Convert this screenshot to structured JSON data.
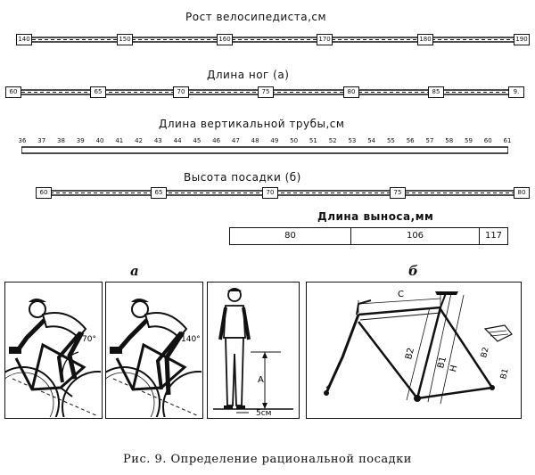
{
  "scales": {
    "height": {
      "label": "Рост велосипедиста,см",
      "ticks": [
        "140",
        "150",
        "160",
        "170",
        "180",
        "190"
      ]
    },
    "leg": {
      "label": "Длина ног (а)",
      "ticks": [
        "60",
        "65",
        "70",
        "75",
        "80",
        "85",
        "9."
      ]
    },
    "tube": {
      "label": "Длина вертикальной трубы,см",
      "ticks": [
        "36",
        "37",
        "38",
        "39",
        "40",
        "41",
        "42",
        "43",
        "44",
        "45",
        "46",
        "47",
        "48",
        "49",
        "50",
        "51",
        "52",
        "53",
        "54",
        "55",
        "56",
        "57",
        "58",
        "59",
        "60",
        "61"
      ]
    },
    "saddle": {
      "label": "Высота посадки (б)",
      "ticks": [
        "60",
        "65",
        "70",
        "75",
        "80"
      ]
    }
  },
  "stem": {
    "label": "Длина выноса,мм",
    "cells": [
      "80",
      "106",
      "117"
    ]
  },
  "panels": {
    "a_letter": "а",
    "b_letter": "б",
    "angle_1": "70°",
    "angle_2": "140°",
    "dim_a": "А",
    "dim_5cm": "5см",
    "dim_c": "С",
    "dim_b2": "В2",
    "dim_b1": "В1",
    "dim_h": "Н",
    "dim_b2_small": "В2",
    "dim_b1_small": "В1"
  },
  "caption": "Рис. 9. Определение рациональной посадки"
}
